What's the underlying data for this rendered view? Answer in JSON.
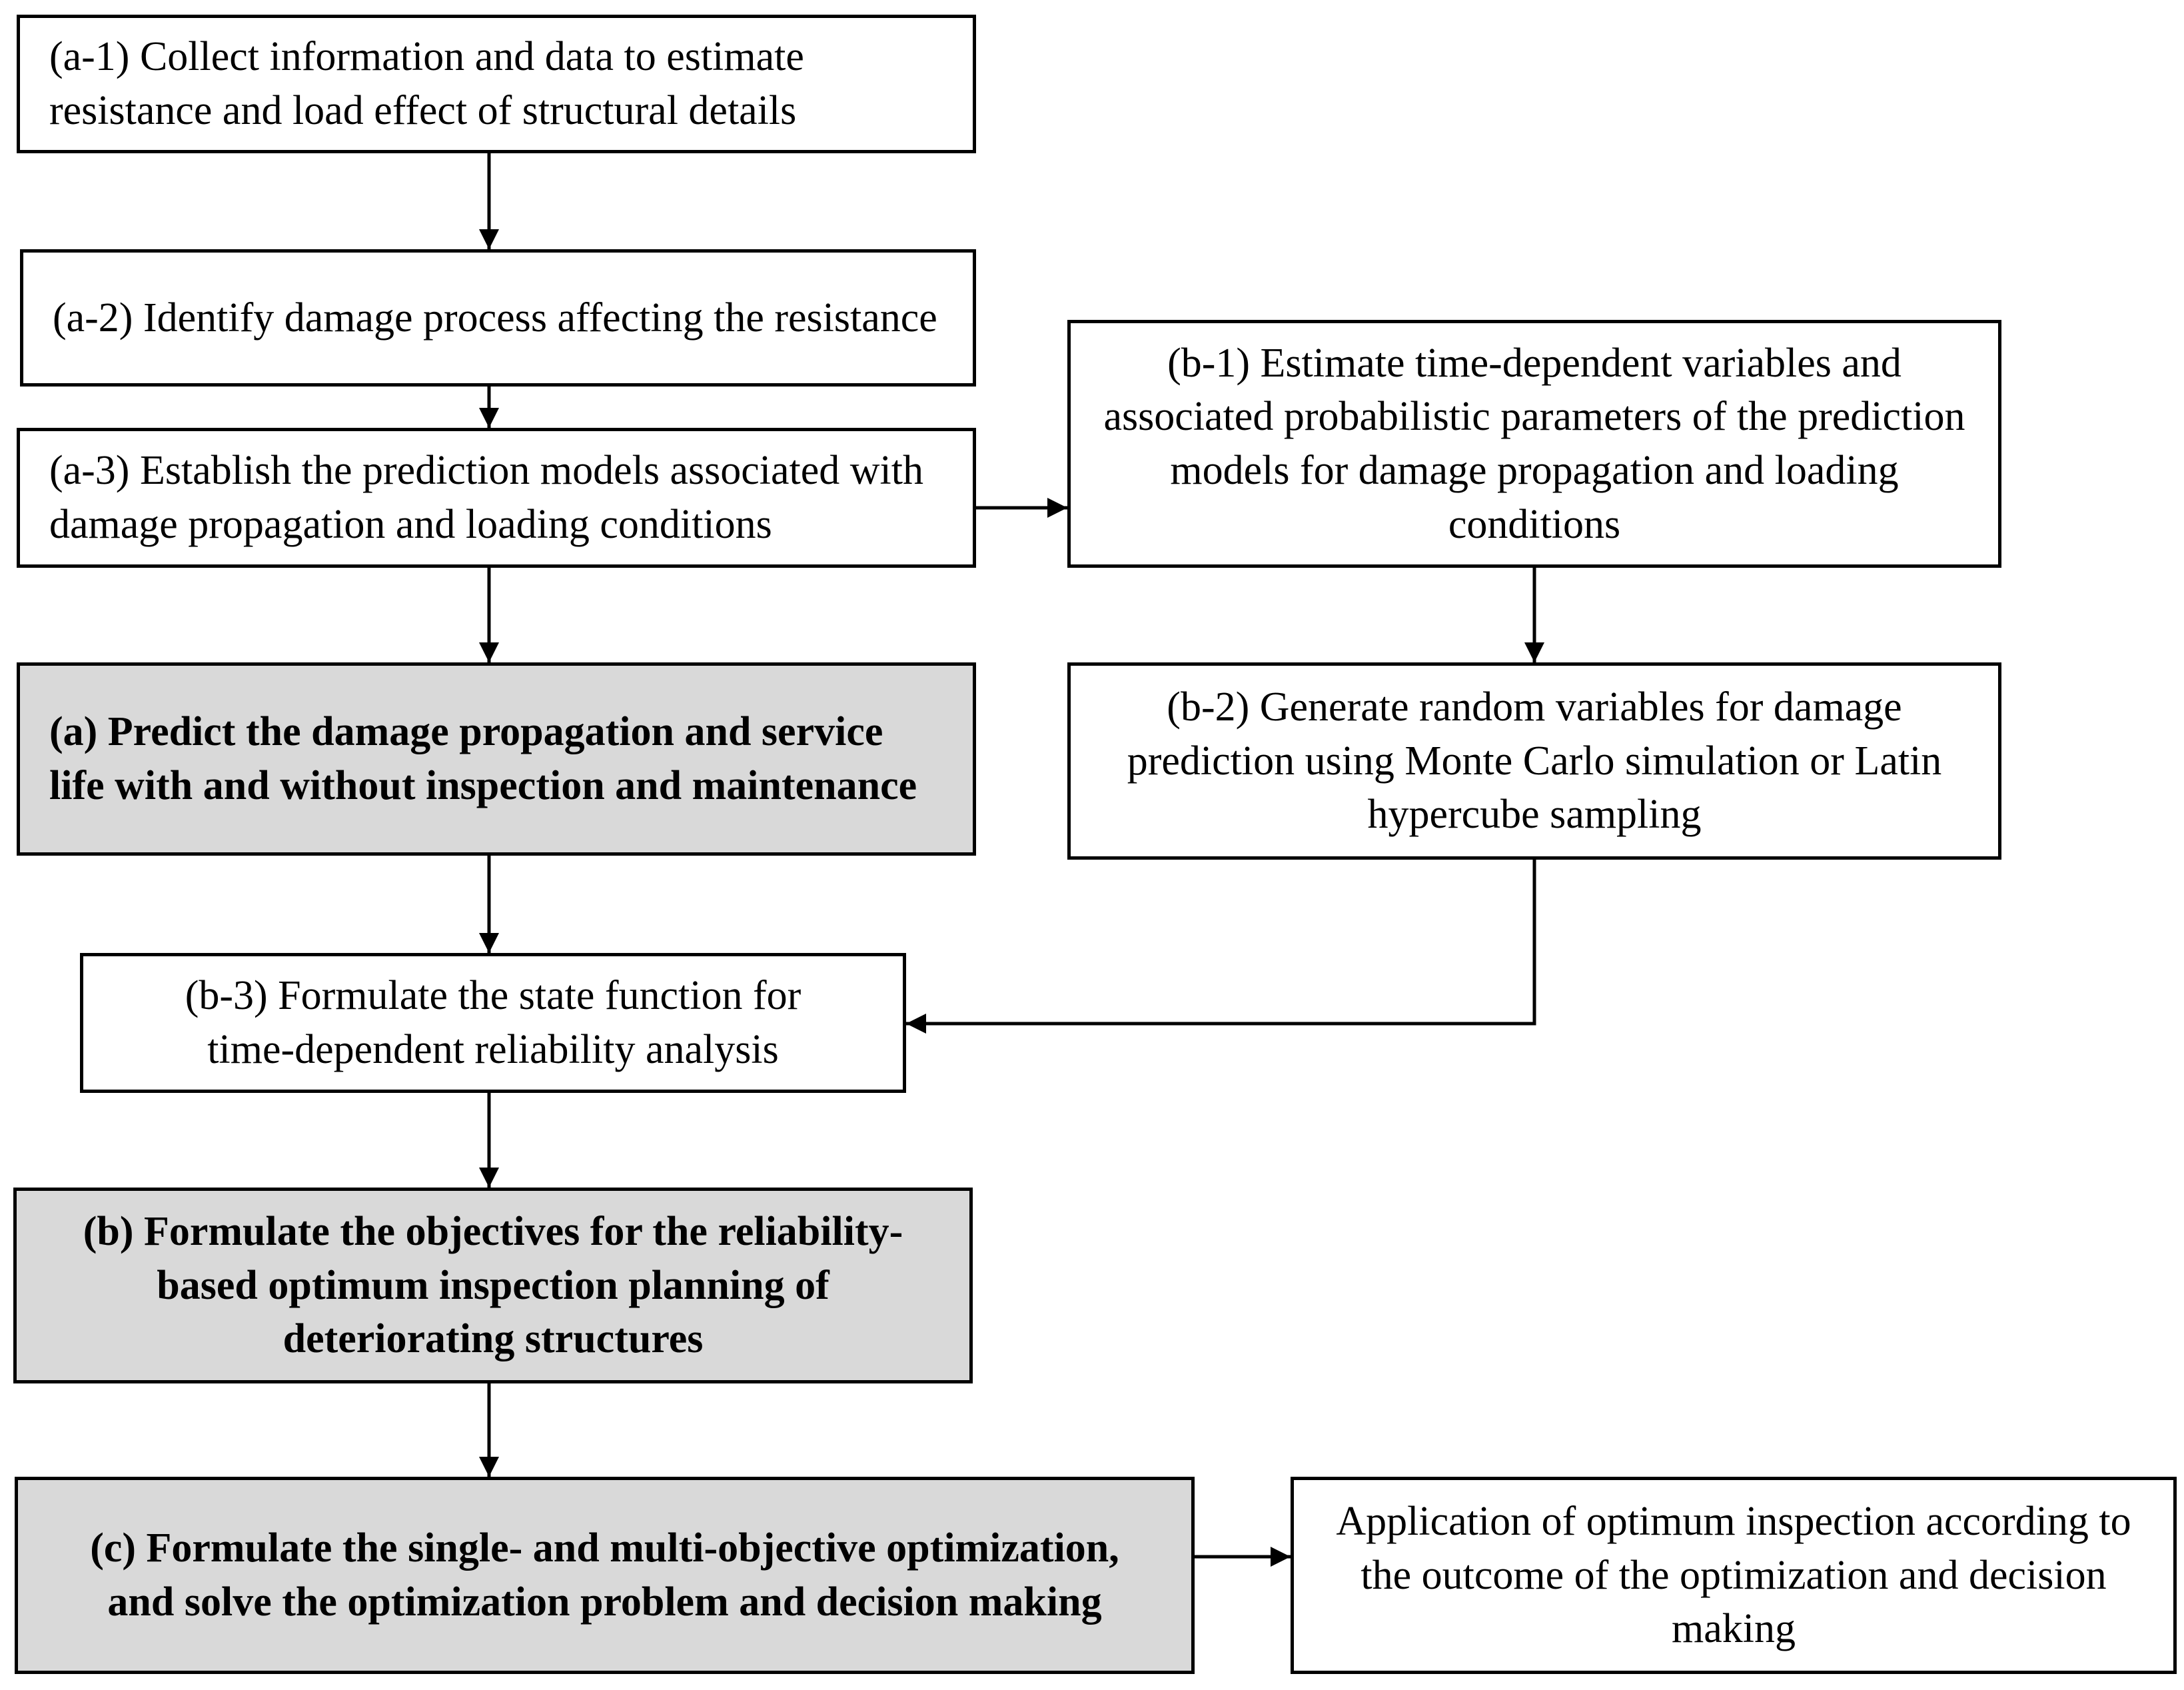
{
  "boxes": {
    "a1": "(a-1) Collect information and data to estimate resistance and load effect of structural details",
    "a2": "(a-2) Identify damage process affecting the resistance",
    "a3": "(a-3) Establish the prediction models associated with damage propagation and loading conditions",
    "a": "(a) Predict the damage propagation and service life with and without inspection and maintenance",
    "b1": "(b-1) Estimate time-dependent variables and associated probabilistic parameters of the prediction models for damage propagation and loading conditions",
    "b2": "(b-2) Generate random variables for damage prediction using Monte Carlo simulation or Latin hypercube sampling",
    "b3": "(b-3) Formulate the state function for time-dependent reliability analysis",
    "b": "(b) Formulate the objectives for the reliability-based optimum inspection planning of deteriorating structures",
    "c": "(c) Formulate the single- and multi-objective optimization, and solve the optimization problem and decision making",
    "app": "Application of optimum inspection according to the outcome of the optimization and decision making"
  },
  "colors": {
    "border": "#000000",
    "key_fill": "#d9d9d9",
    "box_fill": "#ffffff"
  }
}
